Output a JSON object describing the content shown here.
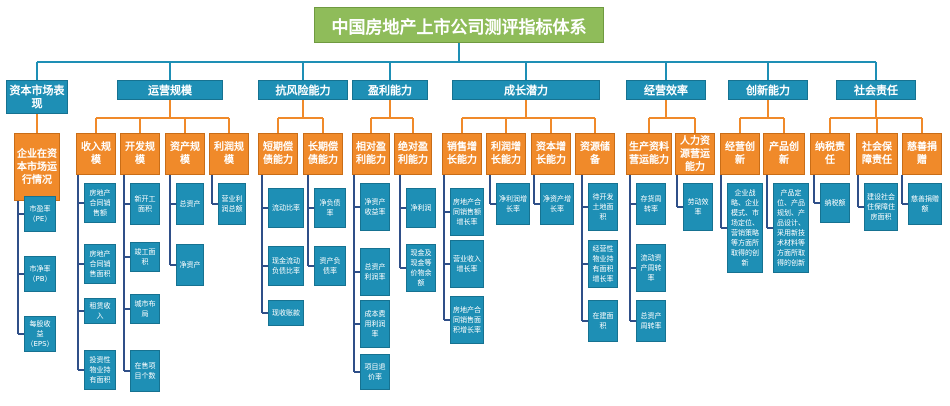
{
  "root": "中国房地产上市公司测评指标体系",
  "categories": [
    "资本市场表现",
    "运营规模",
    "抗风险能力",
    "盈利能力",
    "成长潜力",
    "经营效率",
    "创新能力",
    "社会责任"
  ],
  "subs": [
    "企业在资本市场运行情况",
    "收入规模",
    "开发规模",
    "资产规模",
    "利润规模",
    "短期偿债能力",
    "长期偿债能力",
    "相对盈利能力",
    "绝对盈利能力",
    "销售增长能力",
    "利润增长能力",
    "资本增长能力",
    "资源储备",
    "生产资料营运能力",
    "人力资源营运能力",
    "经营创新",
    "产品创新",
    "纳税责任",
    "社会保障责任",
    "慈善捐赠"
  ],
  "leaves": [
    "市盈率（PE）",
    "市净率（PB）",
    "每股收益（EPS）",
    "房地产合同销售额",
    "房地产合同销售面积",
    "租赁收入",
    "投资性物业持有面积",
    "新开工面积",
    "竣工面积",
    "城市布局",
    "在售项目个数",
    "总资产",
    "净资产",
    "营业利润总额",
    "流动比率",
    "现金流动负债比率",
    "现收账款",
    "净负债率",
    "资产负债率",
    "净资产收益率",
    "总资产利润率",
    "成本费用利润率",
    "项目退价率",
    "净利润",
    "现金及现金等价物余额",
    "房地产合同销售额增长率",
    "营业收入增长率",
    "房地产合同销售面积增长率",
    "净利润增长率",
    "净资产增长率",
    "待开发土地面积",
    "经营性物业持有面积增长率",
    "在建面积",
    "存货周转率",
    "流动资产周转率",
    "总资产周转率",
    "劳动效率",
    "企业战略、企业模式、市场定位、营销策略等方面所取得的创新",
    "产品定位、产品规划、产品设计、采用新技术材料等方面所取得的创新",
    "纳税额",
    "建设社会住保障住房面积",
    "慈善捐赠额"
  ]
}
